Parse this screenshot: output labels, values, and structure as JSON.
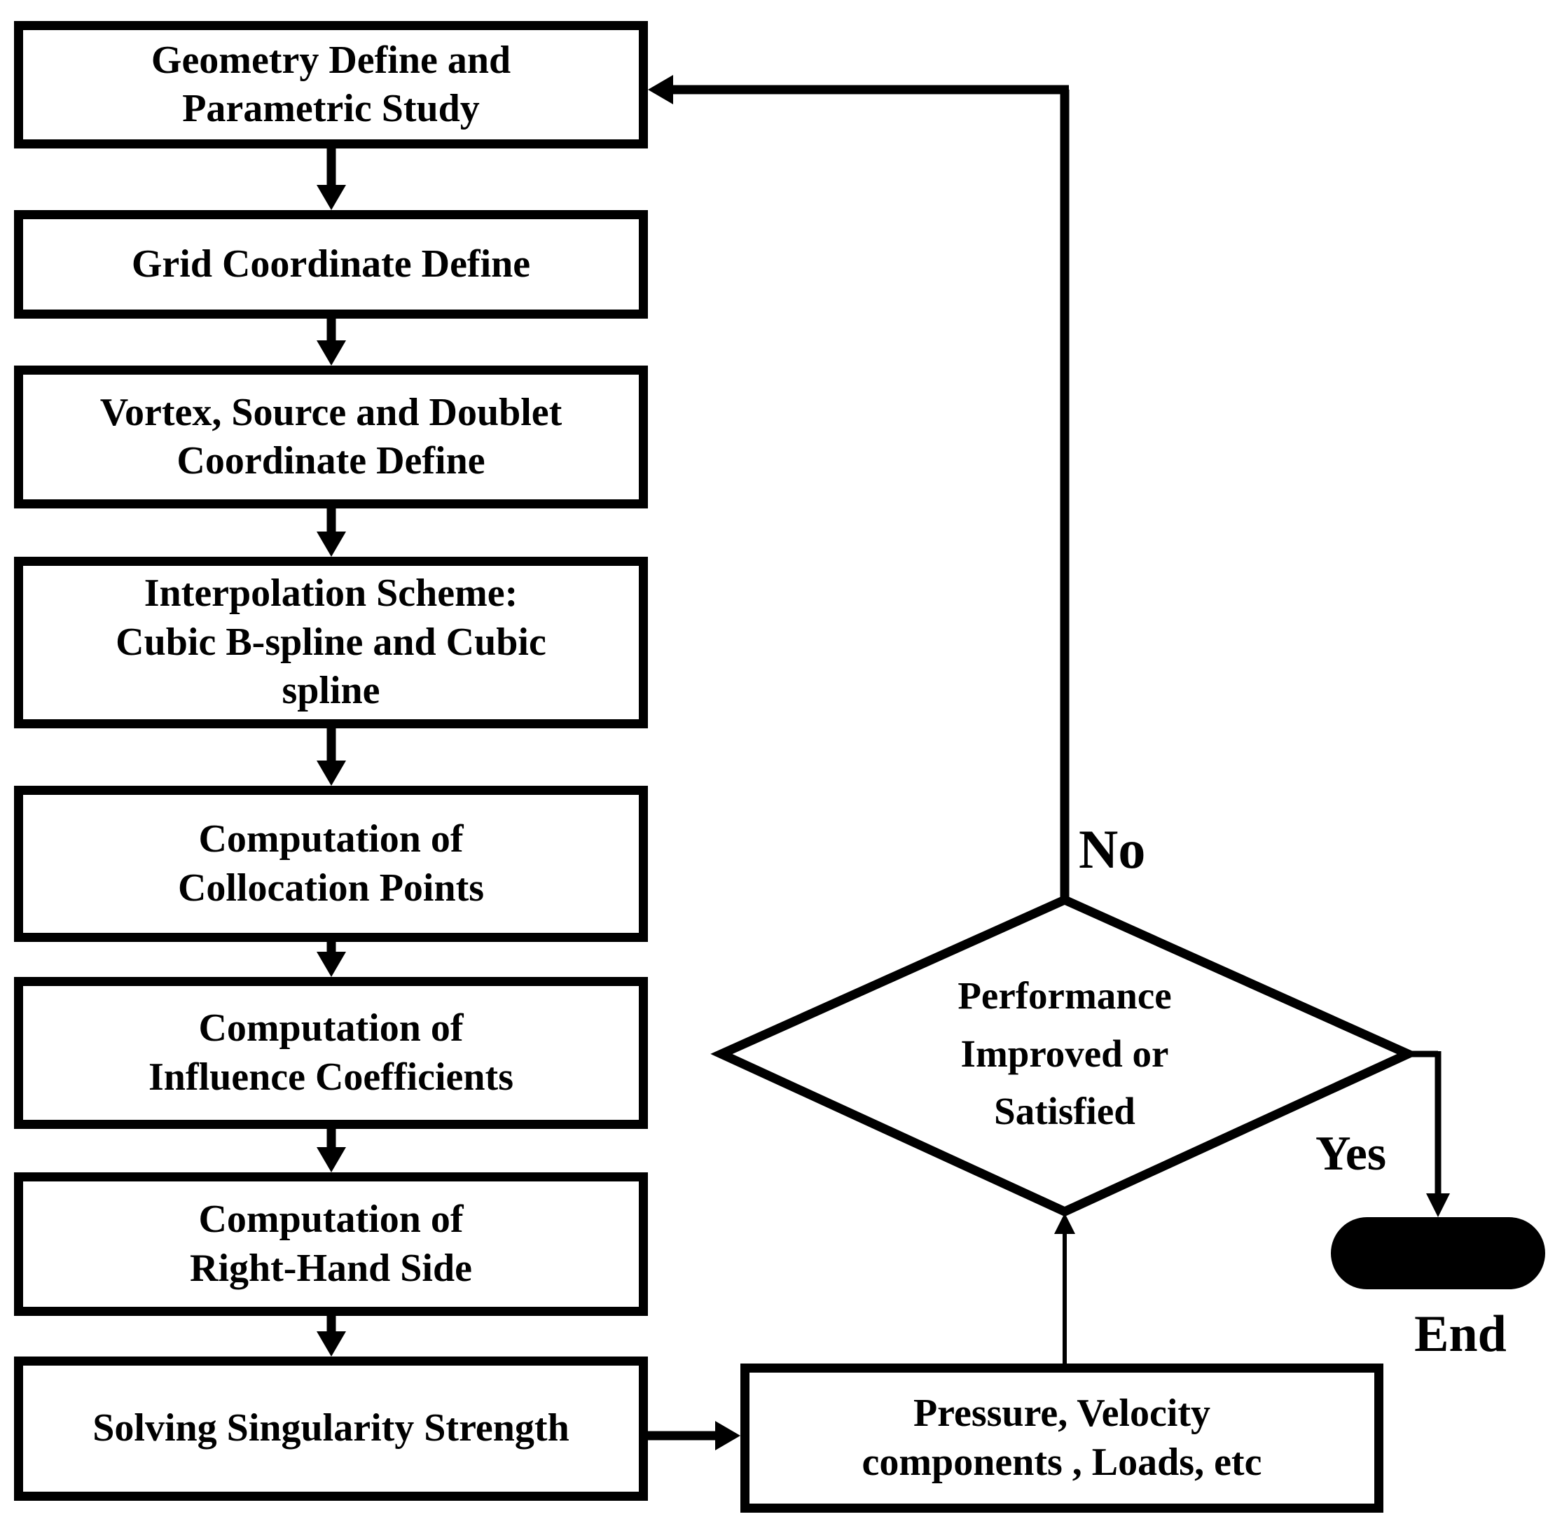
{
  "flowchart": {
    "colors": {
      "background": "#ffffff",
      "stroke": "#000000",
      "text": "#000000",
      "terminator_fill": "#000000"
    },
    "process_boxes": [
      {
        "label": "Geometry Define and\nParametric Study"
      },
      {
        "label": "Grid Coordinate Define"
      },
      {
        "label": "Vortex, Source and Doublet\nCoordinate Define"
      },
      {
        "label": "Interpolation Scheme:\nCubic B-spline and Cubic\nspline"
      },
      {
        "label": "Computation of\nCollocation Points"
      },
      {
        "label": "Computation of\nInfluence Coefficients"
      },
      {
        "label": "Computation of\nRight-Hand Side"
      },
      {
        "label": "Solving Singularity Strength"
      }
    ],
    "results_box": {
      "label": "Pressure, Velocity\ncomponents , Loads, etc"
    },
    "decision": {
      "label": "Performance\nImproved or\nSatisfied"
    },
    "branch_labels": {
      "no": "No",
      "yes": "Yes"
    },
    "terminator": {
      "label": "End"
    }
  }
}
